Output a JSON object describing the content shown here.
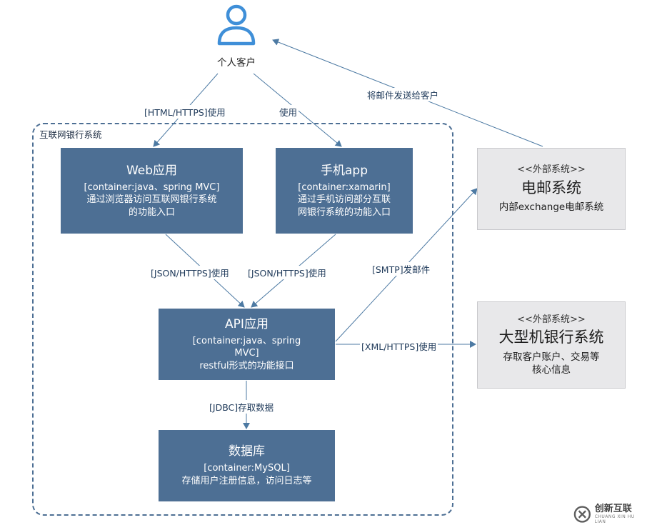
{
  "person": {
    "label": "个人客户",
    "icon": "person-icon"
  },
  "boundary": {
    "label": "互联网银行系统"
  },
  "containers": {
    "web": {
      "title": "Web应用",
      "lines": [
        "[container:java、spring MVC]",
        "通过浏览器访问互联网银行系统",
        "的功能入口"
      ]
    },
    "mobile": {
      "title": "手机app",
      "lines": [
        "[container:xamarin]",
        "通过手机访问部分互联",
        "网银行系统的功能入口"
      ]
    },
    "api": {
      "title": "API应用",
      "lines": [
        "[container:java、spring",
        "MVC]",
        "restful形式的功能接口"
      ]
    },
    "db": {
      "title": "数据库",
      "lines": [
        "[container:MySQL]",
        "存储用户注册信息，访问日志等"
      ]
    }
  },
  "external": {
    "mail": {
      "stereotype": "<<外部系统>>",
      "title": "电邮系统",
      "lines": [
        "内部exchange电邮系统"
      ]
    },
    "mainframe": {
      "stereotype": "<<外部系统>>",
      "title": "大型机银行系统",
      "lines": [
        "存取客户账户、交易等",
        "核心信息"
      ]
    }
  },
  "edges": {
    "person_web": "[HTML/HTTPS]使用",
    "person_mobile": "使用",
    "web_api": "[JSON/HTTPS]使用",
    "mobile_api": "[JSON/HTTPS]使用",
    "api_db": "[JDBC]存取数据",
    "api_mail": "[SMTP]发邮件",
    "api_mainframe": "[XML/HTTPS]使用",
    "mail_person": "将邮件发送给客户"
  },
  "colors": {
    "container_fill": "#4d6f94",
    "boundary_stroke": "#4d6f94",
    "arrow": "#4d7aa3",
    "external_fill": "#e8e8ea",
    "person_icon": "#3f8fd8"
  },
  "watermark": {
    "text": "创新互联",
    "sub": "CHUANG XIN HU LIAN",
    "icon": "logo-icon"
  }
}
